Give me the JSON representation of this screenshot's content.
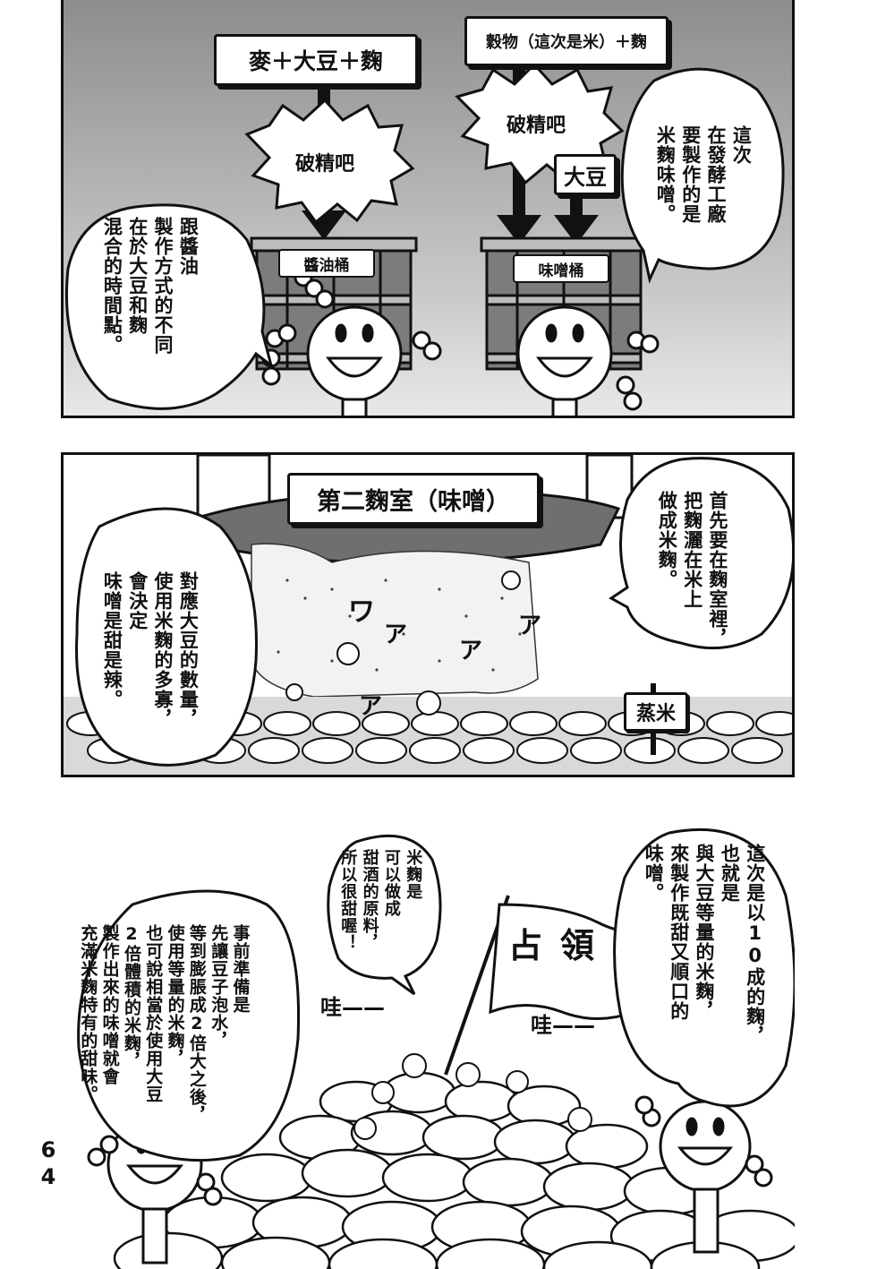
{
  "panel1": {
    "box_soy_formula": "麥＋大豆＋麴",
    "box_miso_formula": "穀物（這次是米）＋麴",
    "burst_left": "破精吧",
    "burst_right": "破精吧",
    "label_soybean": "大豆",
    "barrel_left": "醬油桶",
    "barrel_right": "味噌桶",
    "bubble_left": "跟醬油\n製作方式的不同\n在於大豆和麴\n混合的時間點。",
    "bubble_right": "這次\n在發酵工廠\n要製作的是\n米麴味噌。"
  },
  "panel2": {
    "room_sign": "第二麴室（味噌）",
    "bubble_right": "首先要在麴室裡，\n把麴灑在米上\n做成米麴。",
    "bubble_left": "對應大豆的數量，\n使用米麴的多寡，\n會決定\n味噌是甜是辣。",
    "sfx": [
      "ワ",
      "ア",
      "ア",
      "ア",
      "ア"
    ],
    "signpost": "蒸米"
  },
  "panel3": {
    "bubble_right": "這次是以10成的麴，\n也就是\n與大豆等量的米麴，\n來製作既甜又順口的\n味噌。",
    "bubble_middle": "米麴是\n可以做成\n甜酒的原料，\n所以很甜喔！",
    "bubble_left": "事前準備是\n先讓豆子泡水，\n等到膨脹成2倍大之後，\n使用等量的米麴，\n也可說相當於使用大豆\n2倍體積的米麴，\n製作出來的味噌就會\n充滿米麴特有的甜味。",
    "flag": "占領",
    "sfx_left": "哇——",
    "sfx_right": "哇——"
  },
  "page_number": "64"
}
